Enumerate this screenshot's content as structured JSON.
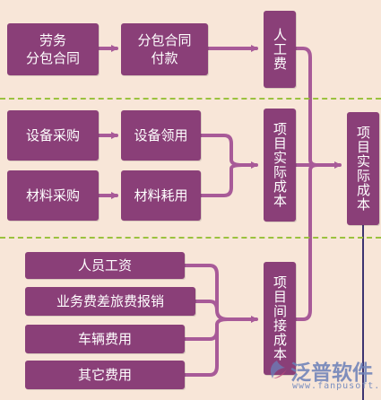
{
  "row1": {
    "labor_subcontract": "劳务\n分包合同",
    "subcontract_payment": "分包合同\n付款",
    "labor_cost": "人工费"
  },
  "row2": {
    "equipment_purchase": "设备采购",
    "equipment_use": "设备领用",
    "material_purchase": "材料采购",
    "material_consumption": "材料耗用",
    "project_actual_cost_mid": "项目实际成本"
  },
  "row3": {
    "salary": "人员工资",
    "travel_expense": "业务费差旅费报销",
    "vehicle_expense": "车辆费用",
    "other_expense": "其它费用",
    "indirect_cost": "项目间接成本"
  },
  "final": {
    "project_actual_cost": "项目实际成本"
  },
  "watermark": {
    "name": "泛普软件",
    "url": "www.fanpusoft.com"
  },
  "colors": {
    "box": "#8a3f78",
    "arrow": "#a85a98",
    "background": "#f8e6d8",
    "divider": "#9bc23f",
    "watermark": "#6a7fb8"
  }
}
